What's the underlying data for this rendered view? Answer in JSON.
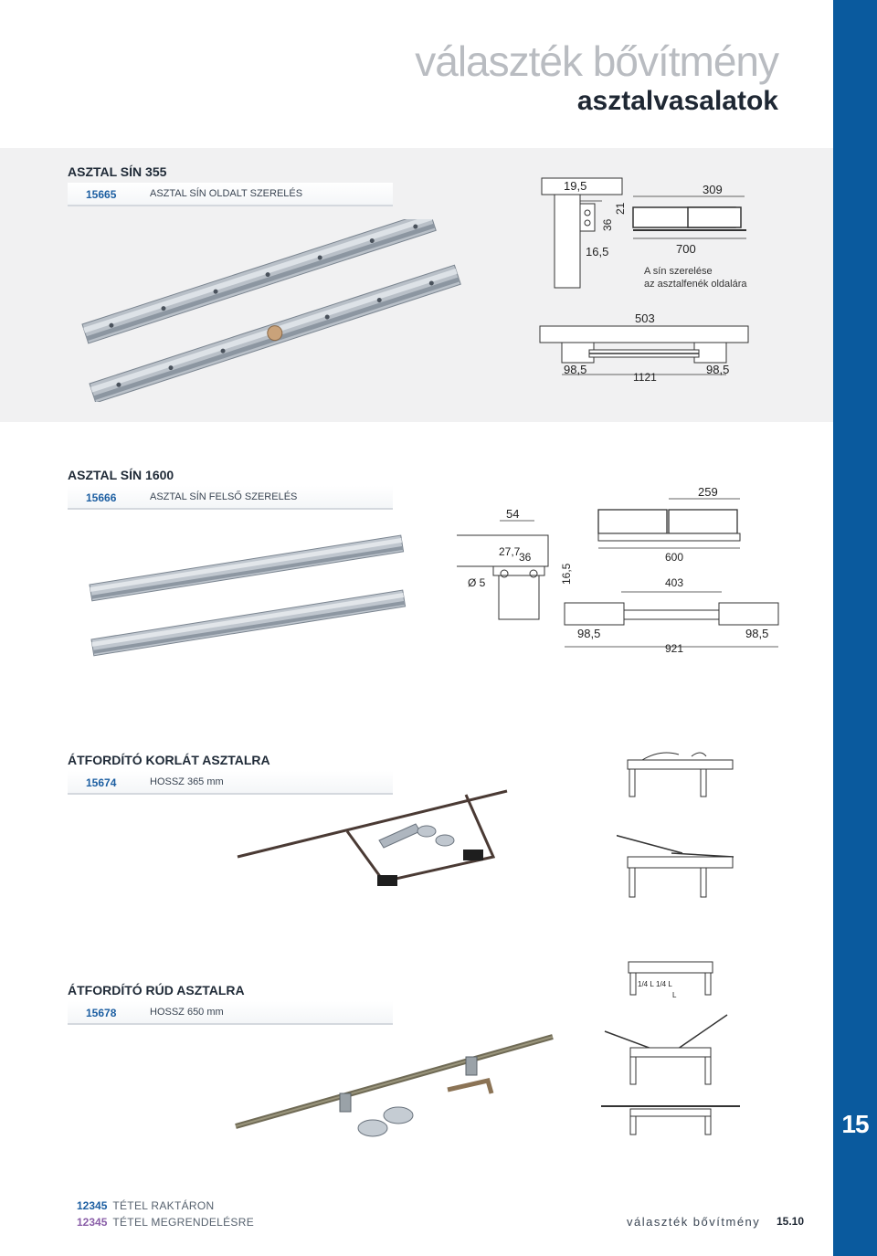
{
  "header": {
    "title_light": "választék bővítmény",
    "title_bold": "asztalvasalatok"
  },
  "sections": [
    {
      "title": "ASZTAL SÍN 355",
      "code": "15665",
      "desc": "ASZTAL SÍN OLDALT SZERELÉS"
    },
    {
      "title": "ASZTAL SÍN 1600",
      "code": "15666",
      "desc": "ASZTAL SÍN FELSŐ SZERELÉS"
    },
    {
      "title": "ÁTFORDÍTÓ KORLÁT ASZTALRA",
      "code": "15674",
      "desc": "HOSSZ 365 mm"
    },
    {
      "title": "ÁTFORDÍTÓ RÚD ASZTALRA",
      "code": "15678",
      "desc": "HOSSZ 650 mm"
    }
  ],
  "dims1": {
    "d19": "19,5",
    "d36": "36",
    "d21": "21",
    "d16": "16,5",
    "d309": "309",
    "d700": "700",
    "note1": "A sín szerelése",
    "note2": "az asztalfenék oldalára",
    "d503": "503",
    "d98a": "98,5",
    "d1121": "1121",
    "d98b": "98,5"
  },
  "dims2": {
    "d54": "54",
    "d27": "27,7",
    "d36": "36",
    "d5": "Ø 5",
    "d16": "16,5",
    "d259": "259",
    "d600": "600",
    "d403": "403",
    "d98a": "98,5",
    "d921": "921",
    "d98b": "98,5"
  },
  "dims4": {
    "q1": "1/4 L",
    "q2": "1/4 L",
    "l": "L"
  },
  "side_tab": {
    "number": "15"
  },
  "legend": [
    {
      "code": "12345",
      "text": "TÉTEL RAKTÁRON"
    },
    {
      "code": "12345",
      "text": "TÉTEL MEGRENDELÉSRE"
    }
  ],
  "footer": {
    "brand": "választék bővítmény",
    "page": "15.10"
  },
  "colors": {
    "brand_blue": "#0a5a9e",
    "code_blue": "#1d5fa2",
    "code_purple": "#8a5fa8"
  }
}
